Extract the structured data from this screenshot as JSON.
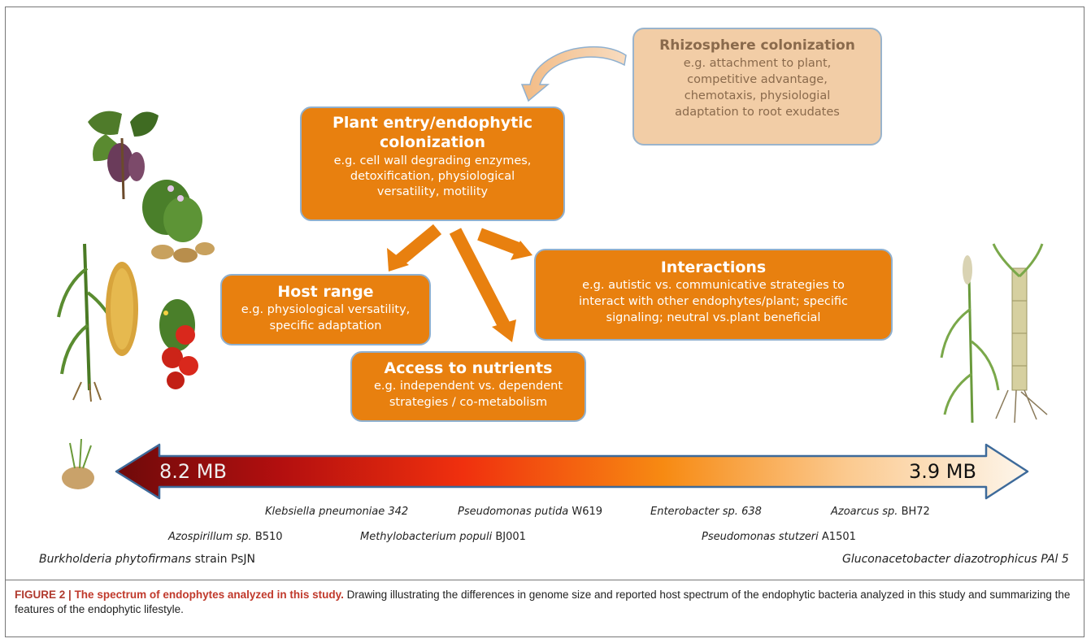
{
  "rhizosphere": {
    "title": "Rhizosphere colonization",
    "lines": [
      "e.g. attachment to plant,",
      "competitive advantage,",
      "chemotaxis, physiologial",
      "adaptation to root exudates"
    ]
  },
  "plant_entry": {
    "title_lines": [
      "Plant entry/endophytic",
      "colonization"
    ],
    "lines": [
      "e.g. cell wall degrading enzymes,",
      "detoxification, physiological",
      "versatility, motility"
    ]
  },
  "host_range": {
    "title": "Host range",
    "lines": [
      "e.g. physiological versatility,",
      "specific adaptation"
    ]
  },
  "interactions": {
    "title": "Interactions",
    "lines": [
      "e.g. autistic vs. communicative strategies to",
      "interact with other endophytes/plant; specific",
      "signaling; neutral vs.plant beneficial"
    ]
  },
  "nutrients": {
    "title": "Access to nutrients",
    "lines": [
      "e.g. independent vs. dependent",
      "strategies / co-metabolism"
    ]
  },
  "genome": {
    "left_label": "8.2 MB",
    "right_label": "3.9 MB"
  },
  "species_row1": [
    {
      "italic": "Klebsiella pneumoniae 342",
      "plain": ""
    },
    {
      "italic": "Pseudomonas putida",
      "plain": " W619"
    },
    {
      "italic": "Enterobacter sp. 638",
      "plain": ""
    },
    {
      "italic": "Azoarcus sp.",
      "plain": " BH72"
    }
  ],
  "species_row2": [
    {
      "italic": "Azospirillum sp.",
      "plain": " B510"
    },
    {
      "italic": "Methylobacterium populi",
      "plain": " BJ001"
    },
    {
      "italic": "Pseudomonas stutzeri",
      "plain": " A1501"
    }
  ],
  "left_species": {
    "italic": "Burkholderia phytofirmans",
    "plain": " strain PsJN"
  },
  "right_species": {
    "italic": "Gluconacetobacter diazotrophicus PAl 5",
    "plain": ""
  },
  "caption": {
    "label": "FIGURE 2 |",
    "title": "The spectrum of endophytes analyzed in this study.",
    "text": "Drawing illustrating the differences in genome size and reported host spectrum of the endophytic bacteria analyzed in this study and summarizing the features of the endophytic lifestyle."
  },
  "colors": {
    "box_orange": "#e8800f",
    "rhizo_fill": "#f2cda6",
    "box_border": "#8fb0cf",
    "arrow_dark": "#7a0d0d",
    "arrow_light": "#fdf3e6",
    "arrow_outline": "#3d6a9a"
  }
}
